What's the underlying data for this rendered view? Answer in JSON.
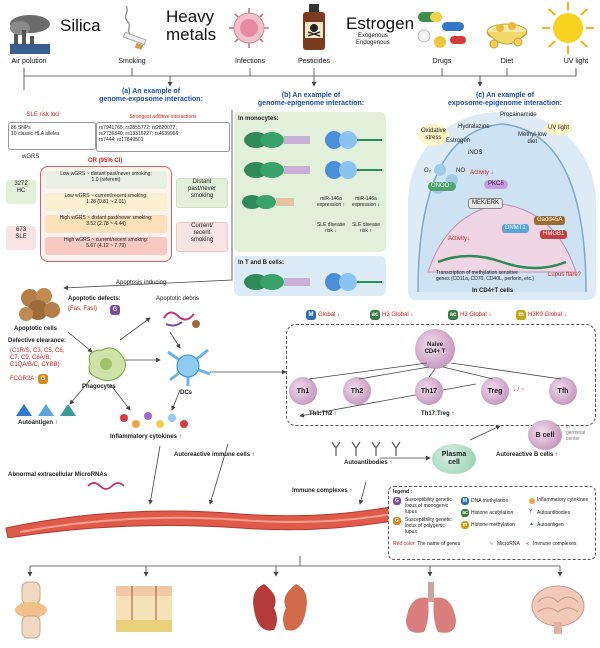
{
  "exposures": {
    "big_silica": "Silica",
    "big_heavy_metals_1": "Heavy",
    "big_heavy_metals_2": "metals",
    "big_estrogen": "Estrogen",
    "estrogen_sub_1": "Exogenous",
    "estrogen_sub_2": "Endogenous",
    "air_pollution": "Air polution",
    "smoking": "Smoking",
    "infections": "Infections",
    "pesticides": "Pesticides",
    "drugs": "Drugs",
    "diet": "Diet",
    "uv_light": "UV light"
  },
  "panel_a": {
    "title_1": "(a) An example of",
    "title_2": "genome-exposome interaction:",
    "sle_risk_loci": "SLE risk loci",
    "snps": "86 SNPs",
    "hla": "10 classic HLA alleles",
    "strongest": "Strongest additive interactions",
    "snp_list_1": "rs7941765; rs2855772; rs2820077;",
    "snp_list_2": "rs2736340; rs13316227; rs4639966;",
    "snp_list_3": "rs7444; rs17849501",
    "wgrs": "wGRS",
    "or_header": "OR (95% CI)",
    "hc_n": "3272",
    "hc": "HC",
    "sle_n": "673",
    "sle": "SLE",
    "row1_a": "Low wGRS ~ distant past/never smoking:",
    "row1_b": "1.0 (referent)",
    "row2_a": "Low wGRS ~ current/recent smoking:",
    "row2_b": "1.28 (0.81 ~ 2.01)",
    "row3_a": "High wGRS ~ distant past/never smoking:",
    "row3_b": "3.52 (2.78 ~ 4.44)",
    "row4_a": "High wGRS ~ current/recent smoking:",
    "row4_b": "5.67 (4.12 ~ 7.79)",
    "distant_1": "Distant",
    "distant_2": "past/never",
    "distant_3": "smoking",
    "current_1": "Current/",
    "current_2": "recent",
    "current_3": "smoking"
  },
  "panel_b": {
    "title_1": "(b) An example of",
    "title_2": "genome-epigenome interaction:",
    "monocytes": "In monocytes:",
    "tb_cells": "In T and B cells:",
    "mir_a": "miR-146a",
    "mir_expr_a": "expression ↑",
    "sle_risk_a": "SLE disease risk ↓",
    "mir_b": "miR-146a",
    "mir_expr_b": "expression ↓",
    "sle_risk_b": "SLE disease risk ↑"
  },
  "panel_c": {
    "title_1": "(c) An example of",
    "title_2": "exposome-epigenome interaction:",
    "oxidative_1": "Oxidative",
    "oxidative_2": "stress",
    "estrogen": "Estrogen",
    "hydralazine": "Hydralazine",
    "procainamide": "Procainamide",
    "methyl_1": "Methyl-low",
    "methyl_2": "diet",
    "uv": "UV light",
    "inos": "iNOS",
    "o2": "O₂",
    "no": "NO",
    "onoo": "ONOO⁻",
    "pkcd": "PKCδ",
    "pkcd_activity": "Activity ↓",
    "mek": "MEK/ERK",
    "dnmt1": "DNMT1",
    "dnmt_activity": "Activity↓",
    "gadd45a": "Gadd45A",
    "hmgb1": "HMGB1",
    "transcription_1": "Transcription of methylation sensitive",
    "transcription_2": "genes (CD11a, CD70, CD40L, perforin, etc.)",
    "lupus_flare": "Lupus flare?",
    "cd4_cells": "In CD4+T cells"
  },
  "global_marks": {
    "m1": "Global ↓",
    "m2": "H3 Global ↓",
    "m3": "H3 Global ↓",
    "m4": "H3K9 Global ↓"
  },
  "cells": {
    "apoptosis_inducing": "Apoptosis inducing",
    "apoptotic_defects": "Apoptotic defects:",
    "fas": "(Fas, FasI)",
    "apoptotic_cells": "Apoptotic cells",
    "apoptotic_debris": "Apoptotic debris",
    "defective_clearance": "Defective clearance:",
    "clearance_genes_1": "(C1R/S, C3, C5, C6,",
    "clearance_genes_2": "C7, C9, C8A/B,",
    "clearance_genes_3": "C1QA/B/C, CYBB)",
    "fcgr2a": "FCGR2A",
    "phagocytes": "Phagocytes",
    "dcs": "DCs",
    "autoantigen": "Autoantigen ↑",
    "inflammatory": "Inflammatory cytokines ↑",
    "autoreactive_immune": "Autoreactive immune cells ↑",
    "abnormal_mirna": "Abnormal extracellular MicroRNAs",
    "naive_1": "Naive",
    "naive_2": "CD4+ T",
    "th1": "Th1",
    "th2": "Th2",
    "th17": "Th17",
    "treg": "Treg",
    "tfh": "Tfh",
    "treg_arrow": "↓ / ~",
    "th1_th2": "Th1:Th2 ↑",
    "th17_treg": "Th17:Treg ↑",
    "b_cell": "B cell",
    "germinal_1": "In",
    "germinal_2": "germinal",
    "germinal_3": "center",
    "autoreactive_b": "Autoreactive B cells ↑",
    "plasma_1": "Plasma",
    "plasma_2": "cell",
    "autoantibodies": "Autoantibodies ↑",
    "immune_complexes": "Immune complexes ↑"
  },
  "legend": {
    "title": "legend :",
    "s1": "Susceptibility genetic locus of monogenic lupus",
    "s2": "Susceptibility genetic locus of polygenic lupus",
    "dna": "DNA methylation",
    "acetyl": "Histone acetylation",
    "hmeth": "Histone methylation",
    "cyto": "Inflammatory cytokines",
    "aab": "Autoantibodies",
    "ag": "Autoantigen",
    "red_color_1": "Red color:",
    "red_color_2": "The name of genes",
    "mirna": "MicroRNA",
    "ic": "Immune complexes"
  },
  "colors": {
    "accent_blue": "#1d4fa0",
    "gene_red": "#d62020",
    "panel_a_pink": "#f7e3e3",
    "panel_b_green": "#e2efd9",
    "panel_c_blue": "#dcebf5"
  }
}
